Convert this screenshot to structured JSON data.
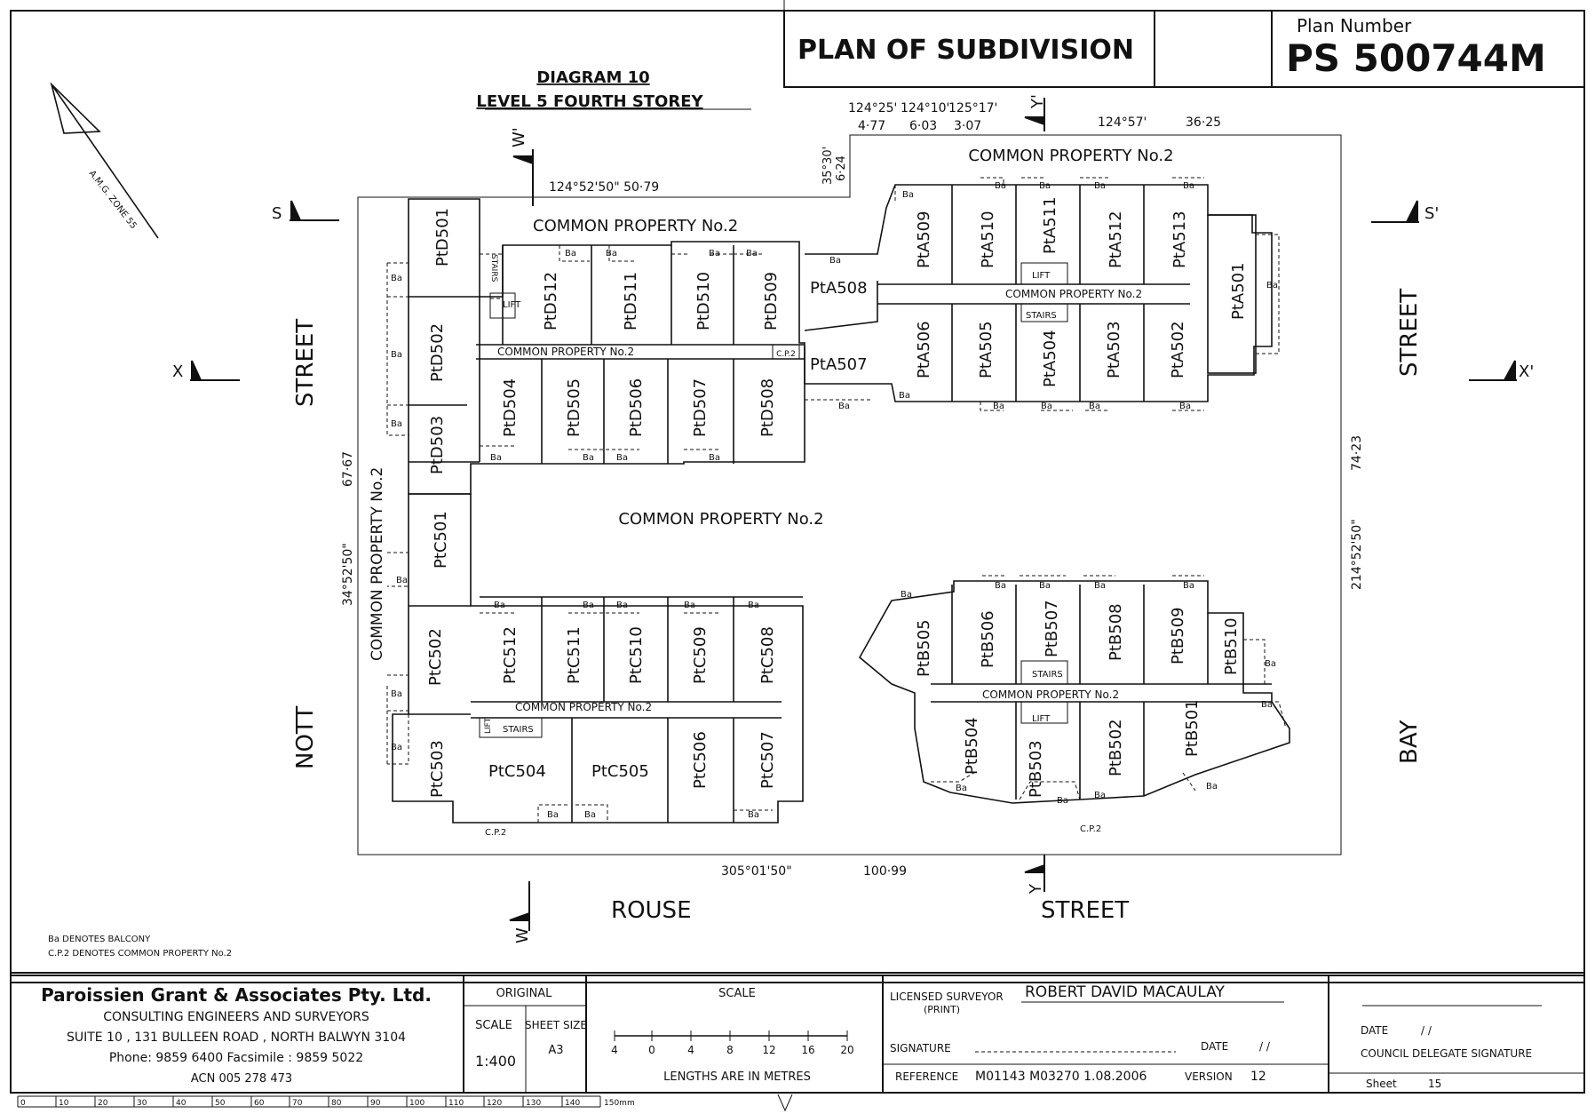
{
  "title_block": {
    "plan_type": "PLAN OF SUBDIVISION",
    "plan_number_label": "Plan Number",
    "plan_number": "PS 500744M"
  },
  "diagram": {
    "title": "DIAGRAM 10",
    "level": "LEVEL 5  FOURTH STOREY",
    "north_arrow": "A.M.G. ZONE 55"
  },
  "streets": {
    "left_upper": "STREET",
    "left_lower": "NOTT",
    "right_upper": "STREET",
    "right_lower": "BAY",
    "bottom_left": "ROUSE",
    "bottom_right": "STREET"
  },
  "section_markers": {
    "s": "S",
    "s_prime": "S'",
    "x": "X",
    "x_prime": "X'",
    "w": "W",
    "w_prime": "W'",
    "y": "Y",
    "y_prime": "Y'"
  },
  "dimensions": {
    "top_left": "124°52'50\"    50·79",
    "top_b1": "124°25'",
    "top_b1_len": "4·77",
    "top_b2": "124°10'",
    "top_b2_len": "6·03",
    "top_b3": "125°17'",
    "top_b3_len": "3·07",
    "top_right": "124°57'",
    "top_right_len": "36·25",
    "corner": "35°30'",
    "corner_len": "6·24",
    "left_bearing": "34°52'50\"",
    "left_len": "67·67",
    "right_bearing": "214°52'50\"",
    "right_len": "74·23",
    "bottom_bearing": "305°01'50\"",
    "bottom_len": "100·99"
  },
  "common_property": {
    "main": "COMMON PROPERTY No.2",
    "top": "COMMON PROPERTY No.2",
    "left": "COMMON PROPERTY No.2",
    "d_corridor": "COMMON PROPERTY No.2",
    "a_corridor": "COMMON PROPERTY No.2",
    "c_corridor": "COMMON PROPERTY No.2",
    "b_corridor": "COMMON PROPERTY No.2",
    "cp2_short": "C.P.2",
    "cp2_bottom_left": "C.P.2",
    "cp2_bottom_right": "C.P.2"
  },
  "services": {
    "lift": "LIFT",
    "stairs": "STAIRS",
    "balcony": "Ba"
  },
  "lots": {
    "d501": "PtD501",
    "d502": "PtD502",
    "d503": "PtD503",
    "d504": "PtD504",
    "d505": "PtD505",
    "d506": "PtD506",
    "d507": "PtD507",
    "d508": "PtD508",
    "d509": "PtD509",
    "d510": "PtD510",
    "d511": "PtD511",
    "d512": "PtD512",
    "a501": "PtA501",
    "a502": "PtA502",
    "a503": "PtA503",
    "a504": "PtA504",
    "a505": "PtA505",
    "a506": "PtA506",
    "a507": "PtA507",
    "a508": "PtA508",
    "a509": "PtA509",
    "a510": "PtA510",
    "a511": "PtA511",
    "a512": "PtA512",
    "a513": "PtA513",
    "c501": "PtC501",
    "c502": "PtC502",
    "c503": "PtC503",
    "c504": "PtC504",
    "c505": "PtC505",
    "c506": "PtC506",
    "c507": "PtC507",
    "c508": "PtC508",
    "c509": "PtC509",
    "c510": "PtC510",
    "c511": "PtC511",
    "c512": "PtC512",
    "b501": "PtB501",
    "b502": "PtB502",
    "b503": "PtB503",
    "b504": "PtB504",
    "b505": "PtB505",
    "b506": "PtB506",
    "b507": "PtB507",
    "b508": "PtB508",
    "b509": "PtB509",
    "b510": "PtB510"
  },
  "notes": {
    "ba": "Ba  DENOTES BALCONY",
    "cp2": "C.P.2  DENOTES COMMON PROPERTY No.2"
  },
  "footer": {
    "company": "Paroissien Grant & Associates Pty. Ltd.",
    "subtitle": "CONSULTING ENGINEERS AND SURVEYORS",
    "address": "SUITE 10 , 131 BULLEEN ROAD , NORTH BALWYN 3104",
    "phone": "Phone: 9859 6400 Facsimile : 9859 5022",
    "acn": "ACN 005 278 473",
    "original_label": "ORIGINAL",
    "scale_label": "SCALE",
    "sheet_size_label": "SHEET SIZE",
    "scale_value": "1:400",
    "sheet_size_value": "A3",
    "scale_title": "SCALE",
    "scale_ticks": [
      "4",
      "0",
      "4",
      "8",
      "12",
      "16",
      "20"
    ],
    "lengths_note": "LENGTHS ARE IN METRES",
    "surveyor_label": "LICENSED SURVEYOR",
    "print_label": "(PRINT)",
    "surveyor_name": "ROBERT DAVID MACAULAY",
    "signature_label": "SIGNATURE",
    "date_label": "DATE",
    "date_slashes": "/     /",
    "reference_label": "REFERENCE",
    "reference_value": "M01143   M03270 1.08.2006",
    "version_label": "VERSION",
    "version_value": "12",
    "council_date_label": "DATE",
    "council_date_slashes": "/     /",
    "council_label": "COUNCIL DELEGATE SIGNATURE",
    "sheet_label": "Sheet",
    "sheet_value": "15"
  },
  "ruler": {
    "ticks": [
      "0",
      "10",
      "20",
      "30",
      "40",
      "50",
      "60",
      "70",
      "80",
      "90",
      "100",
      "110",
      "120",
      "130",
      "140"
    ],
    "end_label": "150mm"
  }
}
